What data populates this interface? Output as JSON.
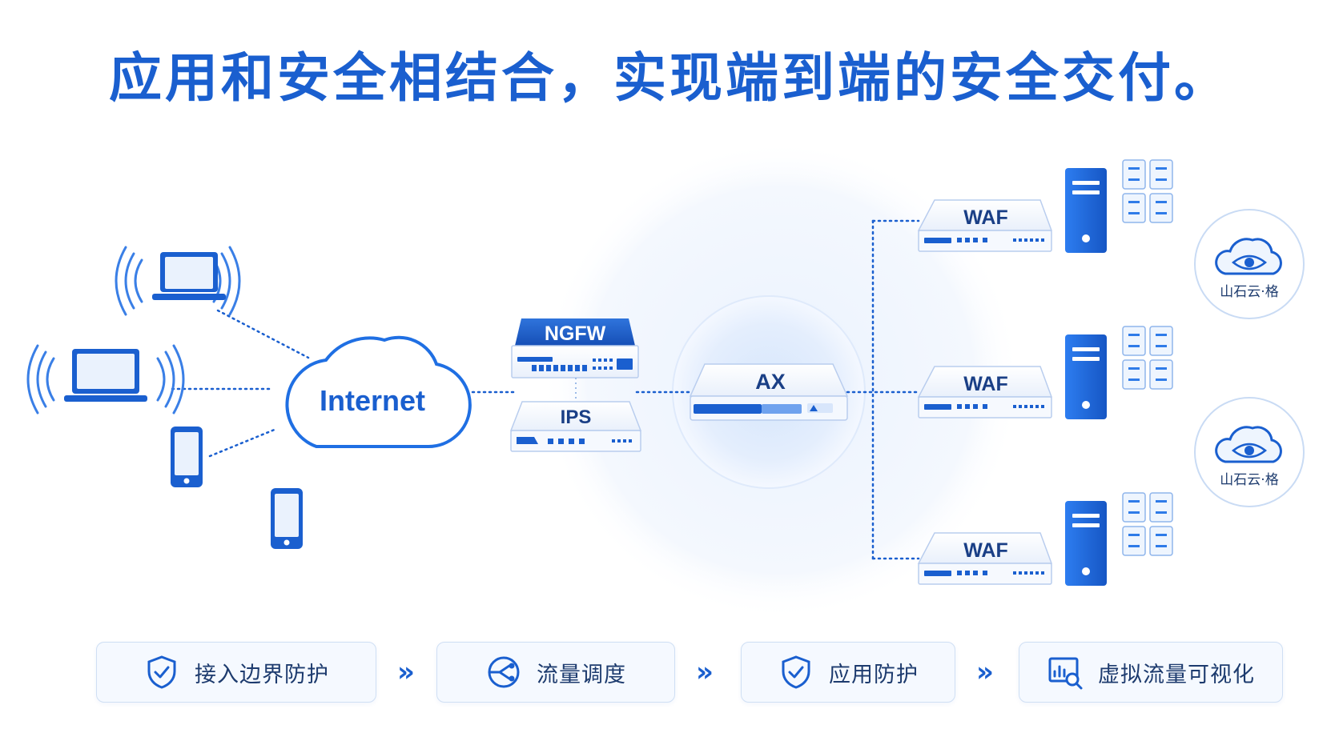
{
  "title": "应用和安全相结合，实现端到端的安全交付。",
  "diagram": {
    "internet_label": "Internet",
    "ngfw_label": "NGFW",
    "ips_label": "IPS",
    "ax_label": "AX",
    "waf_label": "WAF",
    "cloud_service_label": "山石云·格"
  },
  "steps": [
    {
      "label": "接入边界防护",
      "icon": "shield-check-icon"
    },
    {
      "label": "流量调度",
      "icon": "traffic-routing-icon"
    },
    {
      "label": "应用防护",
      "icon": "shield-check-icon"
    },
    {
      "label": "虚拟流量可视化",
      "icon": "chart-magnifier-icon"
    }
  ],
  "arrow_glyph": "»",
  "colors": {
    "primary": "#1a5fcf",
    "accent": "#2f7be8",
    "light": "#e8f1fd",
    "text_dark": "#1d3b6e"
  }
}
